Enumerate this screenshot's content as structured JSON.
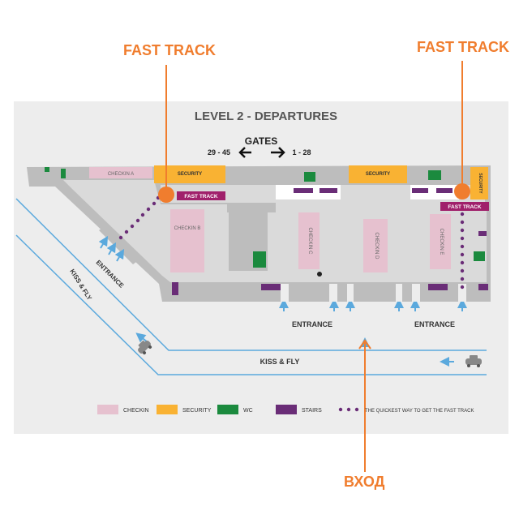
{
  "annotations": {
    "fast_track_left": "FAST TRACK",
    "fast_track_right": "FAST TRACK",
    "vhod": "ВХОД"
  },
  "map": {
    "title": "LEVEL 2 - DEPARTURES",
    "gates_label": "GATES",
    "gates_left": "29 - 45",
    "gates_right": "1 - 28",
    "zones": {
      "checkin_a": "CHECKIN A",
      "checkin_b": "CHECKIN B",
      "checkin_c": "CHECKIN C",
      "checkin_d": "CHECKIN D",
      "checkin_e": "CHECKIN E",
      "security_left": "SECURITY",
      "security_mid": "SECURITY",
      "security_right": "SECURITY",
      "fast_track_tag": "FAST TRACK",
      "fast_track_tag_right": "FAST TRACK"
    },
    "labels": {
      "entrance_diag": "ENTRANCE",
      "kiss_fly_diag": "KISS & FLY",
      "entrance_mid": "ENTRANCE",
      "entrance_right": "ENTRANCE",
      "kiss_fly_road": "KISS & FLY"
    },
    "legend": [
      {
        "label": "CHECKIN",
        "color": "#E6C1CF"
      },
      {
        "label": "SECURITY",
        "color": "#F9B233"
      },
      {
        "label": "WC",
        "color": "#1B8A3E"
      },
      {
        "label": "STAIRS",
        "color": "#6A2D77"
      },
      {
        "label": "THE QUICKEST WAY TO GET THE FAST TRACK",
        "color": "#6A2D77"
      }
    ]
  },
  "colors": {
    "accent_orange": "#F07D2E",
    "building_gray": "#BDBDBD",
    "panel_bg": "#EDEDED",
    "checkin_pink": "#E6C1CF",
    "security_yellow": "#F9B233",
    "wc_green": "#1B8A3E",
    "stairs_purple": "#6A2D77",
    "road_blue": "#5BA9DD"
  }
}
